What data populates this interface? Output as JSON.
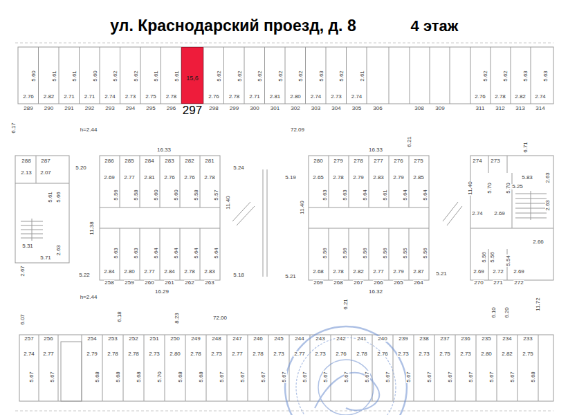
{
  "diagram": {
    "title": "ул. Краснодарский проезд, д. 8",
    "nodes": [
      {
        "text": [
          "15,6",
          "297"
        ]
      }
    ],
    "labels": [
      "4 этаж",
      "289",
      "290",
      "291",
      "292",
      "293",
      "294",
      "295",
      "296",
      "2.76",
      "2.82",
      "2.71",
      "2.71",
      "2.74",
      "2.73",
      "2.75",
      "2.78",
      "5.60",
      "5.61",
      "5.61",
      "5.60",
      "5.62",
      "5.62",
      "5.61",
      "5.61",
      "298",
      "299",
      "300",
      "301",
      "302",
      "303",
      "304",
      "305",
      "2.76",
      "2.78",
      "2.71",
      "2.81",
      "2.80",
      "2.74",
      "2.73",
      "2.74",
      "5.62",
      "5.62",
      "5.62",
      "5.62",
      "5.62",
      "5.63",
      "5.62",
      "2.61",
      "306",
      "308",
      "309",
      "311",
      "312",
      "313",
      "314",
      "2.76",
      "2.78",
      "2.82",
      "2.74",
      "5.62",
      "5.62",
      "5.63",
      "5.63",
      "286",
      "285",
      "284",
      "283",
      "282",
      "281",
      "2.69",
      "2.77",
      "2.81",
      "2.76",
      "2.76",
      "2.78",
      "5.56",
      "5.58",
      "5.60",
      "5.60",
      "5.58",
      "5.57",
      "5.63",
      "5.63",
      "5.64",
      "5.64",
      "5.64",
      "5.64",
      "2.84",
      "2.80",
      "2.77",
      "2.84",
      "2.78",
      "2.83",
      "258",
      "259",
      "260",
      "261",
      "262",
      "263",
      "280",
      "279",
      "278",
      "277",
      "276",
      "275",
      "2.65",
      "2.78",
      "2.79",
      "2.83",
      "2.79",
      "2.85",
      "5.63",
      "5.63",
      "5.64",
      "5.61",
      "5.64",
      "5.64",
      "5.56",
      "5.56",
      "5.56",
      "5.56",
      "5.55",
      "5.56",
      "2.68",
      "2.78",
      "2.82",
      "2.77",
      "2.79",
      "2.87",
      "269",
      "268",
      "267",
      "266",
      "265",
      "264",
      "6.17",
      "h=2.44",
      "16.33",
      "72.09",
      "16.33",
      "6.21",
      "6.71",
      "5.20",
      "5.24",
      "5.19",
      "11.40",
      "11.40",
      "11.40",
      "11.38",
      "5.22",
      "5.18",
      "5.21",
      "5.21",
      "16.29",
      "16.32",
      "6.18",
      "6.07",
      "h=2.44",
      "72.00",
      "8.23",
      "6.21",
      "6.10",
      "6.20",
      "11.72",
      "274",
      "273",
      "5.70",
      "5.70",
      "5.83",
      "5.25",
      "2.74",
      "2.69",
      "2.63",
      "2.63",
      "2.66",
      "5.56",
      "5.56",
      "5.54",
      "2.69",
      "2.72",
      "2.69",
      "270",
      "271",
      "272",
      "288",
      "287",
      "2.13",
      "2.07",
      "5.61",
      "5.66",
      "2.63",
      "5.31",
      "5.71",
      "2.67",
      "257",
      "256",
      "254",
      "253",
      "252",
      "251",
      "250",
      "249",
      "248",
      "247",
      "246",
      "245",
      "244",
      "243",
      "242",
      "241",
      "240",
      "239",
      "238",
      "237",
      "236",
      "235",
      "234",
      "233",
      "2.74",
      "2.77",
      "2.79",
      "2.78",
      "2.78",
      "2.73",
      "2.80",
      "2.78",
      "2.73",
      "2.77",
      "2.78",
      "2.73",
      "2.77",
      "2.73",
      "2.76",
      "2.78",
      "2.76",
      "2.73",
      "2.73",
      "2.75",
      "2.73",
      "2.80",
      "2.82",
      "2.75",
      "5.67",
      "5.67",
      "5.68",
      "5.68",
      "5.68",
      "5.70",
      "5.68",
      "5.68",
      "5.67",
      "5.67",
      "5.67",
      "5.67",
      "5.67",
      "5.67",
      "5.67",
      "5.67",
      "5.67",
      "5.67",
      "5.67",
      "5.67",
      "5.67",
      "5.67",
      "5.67",
      "5.68"
    ]
  }
}
